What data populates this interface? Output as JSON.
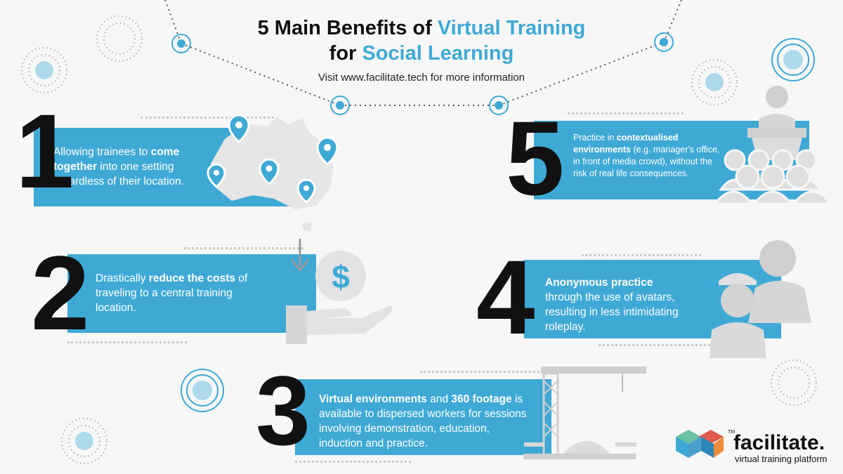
{
  "header": {
    "title_prefix": "5 Main Benefits of ",
    "title_accent1": "Virtual Training",
    "title_line2_prefix": "for ",
    "title_accent2": "Social Learning",
    "subtitle": "Visit www.facilitate.tech for more information"
  },
  "benefits": [
    {
      "number": "1",
      "pre": "Allowing trainees to ",
      "bold": "come together",
      "post": " into one setting regardless of their location."
    },
    {
      "number": "2",
      "pre": "Drastically ",
      "bold": "reduce the costs",
      "post": " of traveling to a central training location."
    },
    {
      "number": "3",
      "bold1": "Virtual environments",
      "mid": " and ",
      "bold2": "360 footage",
      "post": " is available to dispersed workers for sessions involving demonstration, education, induction and practice."
    },
    {
      "number": "4",
      "bold": "Anonymous practice",
      "post": " through the use of avatars, resulting in less intimidating roleplay."
    },
    {
      "number": "5",
      "pre": "Practice in ",
      "bold": "contextualised environments",
      "post": " (e.g. manager's office, in front of media crowd), without the risk of real life consequences."
    }
  ],
  "logo": {
    "name": "facilitate.",
    "tagline": "virtual training platform",
    "tm": "TM"
  },
  "icons": {
    "dollar_symbol": "$"
  },
  "colors": {
    "accent": "#3fa9d6",
    "dark": "#111111",
    "gray_icon": "#cccccc",
    "background": "#f7f7f7"
  }
}
